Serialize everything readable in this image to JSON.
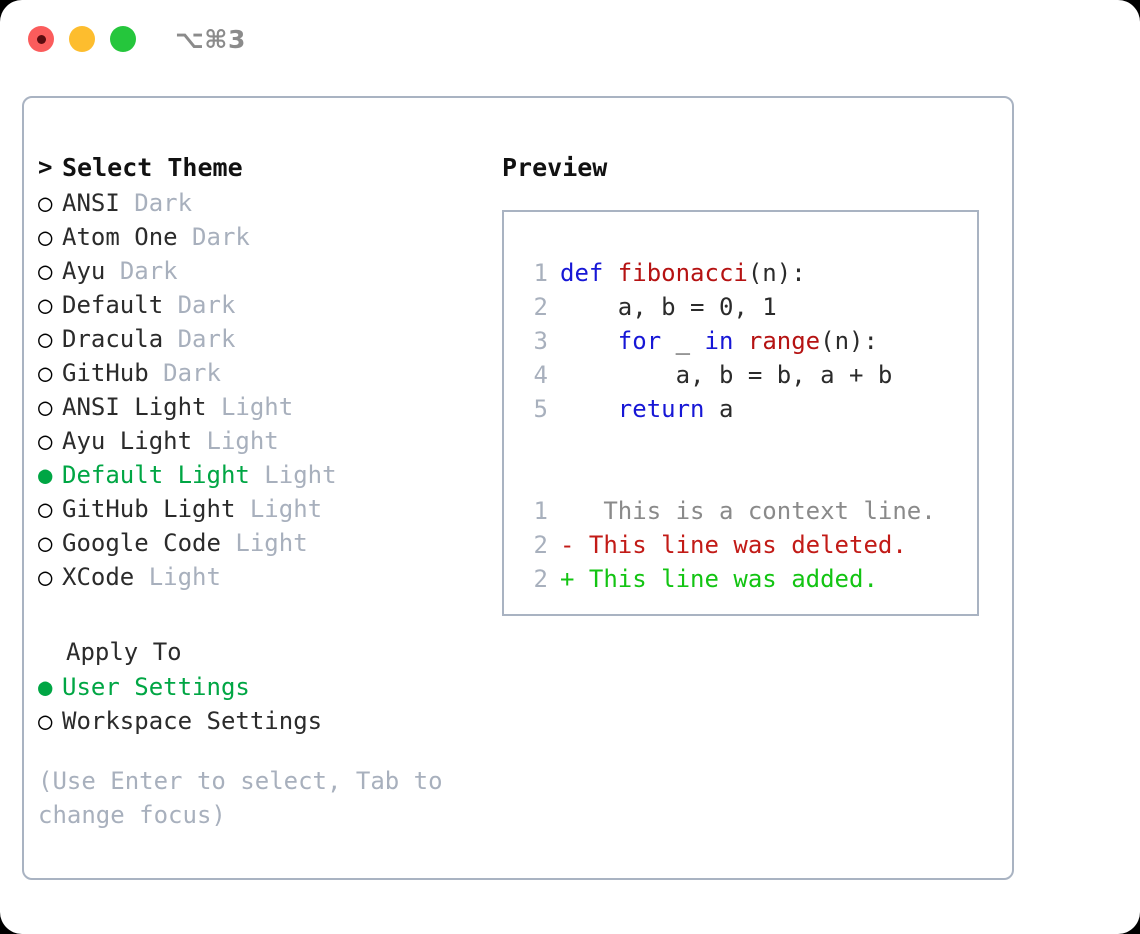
{
  "titlebar": {
    "traffic_lights": [
      {
        "name": "close",
        "color": "#fb5c5c"
      },
      {
        "name": "minimize",
        "color": "#fdbd2e"
      },
      {
        "name": "maximize",
        "color": "#25c63c"
      }
    ],
    "shortcut": "⌥⌘3"
  },
  "theme_picker": {
    "header_marker": ">",
    "header_label": "Select Theme",
    "selected_theme": "Default Light",
    "accent_color": "#00a644",
    "marker_unselected": "○",
    "marker_selected": "●",
    "items": [
      {
        "marker": "○",
        "name": "ANSI",
        "tag": "Dark",
        "selected": false
      },
      {
        "marker": "○",
        "name": "Atom One",
        "tag": "Dark",
        "selected": false
      },
      {
        "marker": "○",
        "name": "Ayu",
        "tag": "Dark",
        "selected": false
      },
      {
        "marker": "○",
        "name": "Default",
        "tag": "Dark",
        "selected": false
      },
      {
        "marker": "○",
        "name": "Dracula",
        "tag": "Dark",
        "selected": false
      },
      {
        "marker": "○",
        "name": "GitHub",
        "tag": "Dark",
        "selected": false
      },
      {
        "marker": "○",
        "name": "ANSI Light",
        "tag": "Light",
        "selected": false
      },
      {
        "marker": "○",
        "name": "Ayu Light",
        "tag": "Light",
        "selected": false
      },
      {
        "marker": "●",
        "name": "Default Light",
        "tag": "Light",
        "selected": true
      },
      {
        "marker": "○",
        "name": "GitHub Light",
        "tag": "Light",
        "selected": false
      },
      {
        "marker": "○",
        "name": "Google Code",
        "tag": "Light",
        "selected": false
      },
      {
        "marker": "○",
        "name": "XCode",
        "tag": "Light",
        "selected": false
      }
    ]
  },
  "apply_to": {
    "title": "Apply To",
    "selected": "User Settings",
    "items": [
      {
        "marker": "●",
        "name": "User Settings",
        "selected": true
      },
      {
        "marker": "○",
        "name": "Workspace Settings",
        "selected": false
      }
    ]
  },
  "hint": "(Use Enter to select, Tab to change focus)",
  "preview": {
    "title": "Preview",
    "code_lines": [
      {
        "lineno": "1",
        "tokens": [
          {
            "text": "def ",
            "type": "kw"
          },
          {
            "text": "fibonacci",
            "type": "fn"
          },
          {
            "text": "(n):",
            "type": "plain"
          }
        ]
      },
      {
        "lineno": "2",
        "tokens": [
          {
            "text": "    a, b = 0, 1",
            "type": "plain"
          }
        ]
      },
      {
        "lineno": "3",
        "tokens": [
          {
            "text": "    ",
            "type": "plain"
          },
          {
            "text": "for",
            "type": "kw"
          },
          {
            "text": " _ ",
            "type": "plain"
          },
          {
            "text": "in",
            "type": "kw"
          },
          {
            "text": " ",
            "type": "plain"
          },
          {
            "text": "range",
            "type": "fn"
          },
          {
            "text": "(n):",
            "type": "plain"
          }
        ]
      },
      {
        "lineno": "4",
        "tokens": [
          {
            "text": "        a, b = b, a + b",
            "type": "plain"
          }
        ]
      },
      {
        "lineno": "5",
        "tokens": [
          {
            "text": "    ",
            "type": "plain"
          },
          {
            "text": "return",
            "type": "kw"
          },
          {
            "text": " a",
            "type": "plain"
          }
        ]
      }
    ],
    "diff_lines": [
      {
        "lineno": "1",
        "sign": " ",
        "text": "  This is a context line.",
        "kind": "ctx"
      },
      {
        "lineno": "2",
        "sign": "-",
        "text": " This line was deleted.",
        "kind": "del"
      },
      {
        "lineno": "2",
        "sign": "+",
        "text": " This line was added.",
        "kind": "add"
      }
    ]
  }
}
